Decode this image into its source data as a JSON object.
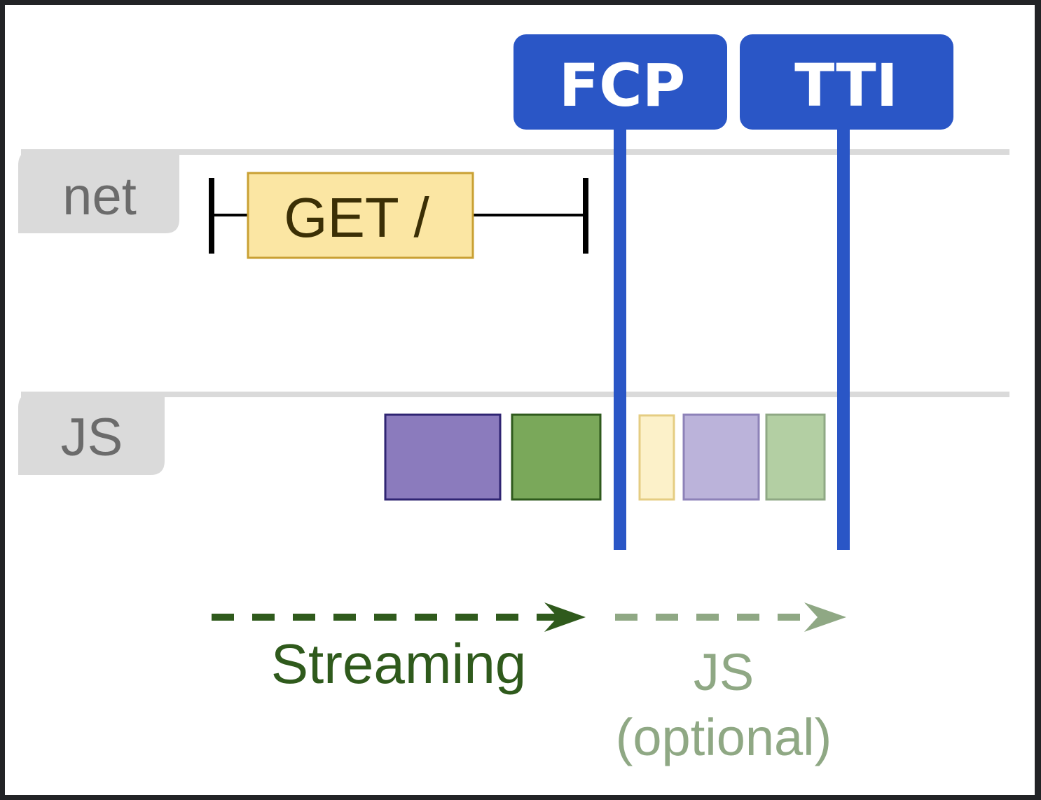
{
  "lanes": {
    "net_label": "net",
    "js_label": "JS"
  },
  "markers": {
    "fcp_label": "FCP",
    "tti_label": "TTI",
    "color": "#2a56c6"
  },
  "request": {
    "label": "GET /",
    "fill": "#fbe6a3",
    "stroke": "#c9a033"
  },
  "js_tasks": [
    {
      "name": "task-1",
      "fill": "#8b7bbd",
      "stroke": "#2f2472"
    },
    {
      "name": "task-2",
      "fill": "#7aa85a",
      "stroke": "#2f5a1c"
    },
    {
      "name": "task-3",
      "fill": "#fcf1c9",
      "stroke": "#e5cd82"
    },
    {
      "name": "task-4",
      "fill": "#bbb3da",
      "stroke": "#8d82b8"
    },
    {
      "name": "task-5",
      "fill": "#b3cfa3",
      "stroke": "#8fa884"
    }
  ],
  "phases": {
    "streaming_label": "Streaming",
    "streaming_color": "#2f5a1c",
    "js_label": "JS",
    "js_optional_label": "(optional)",
    "js_color": "#8fa884"
  }
}
